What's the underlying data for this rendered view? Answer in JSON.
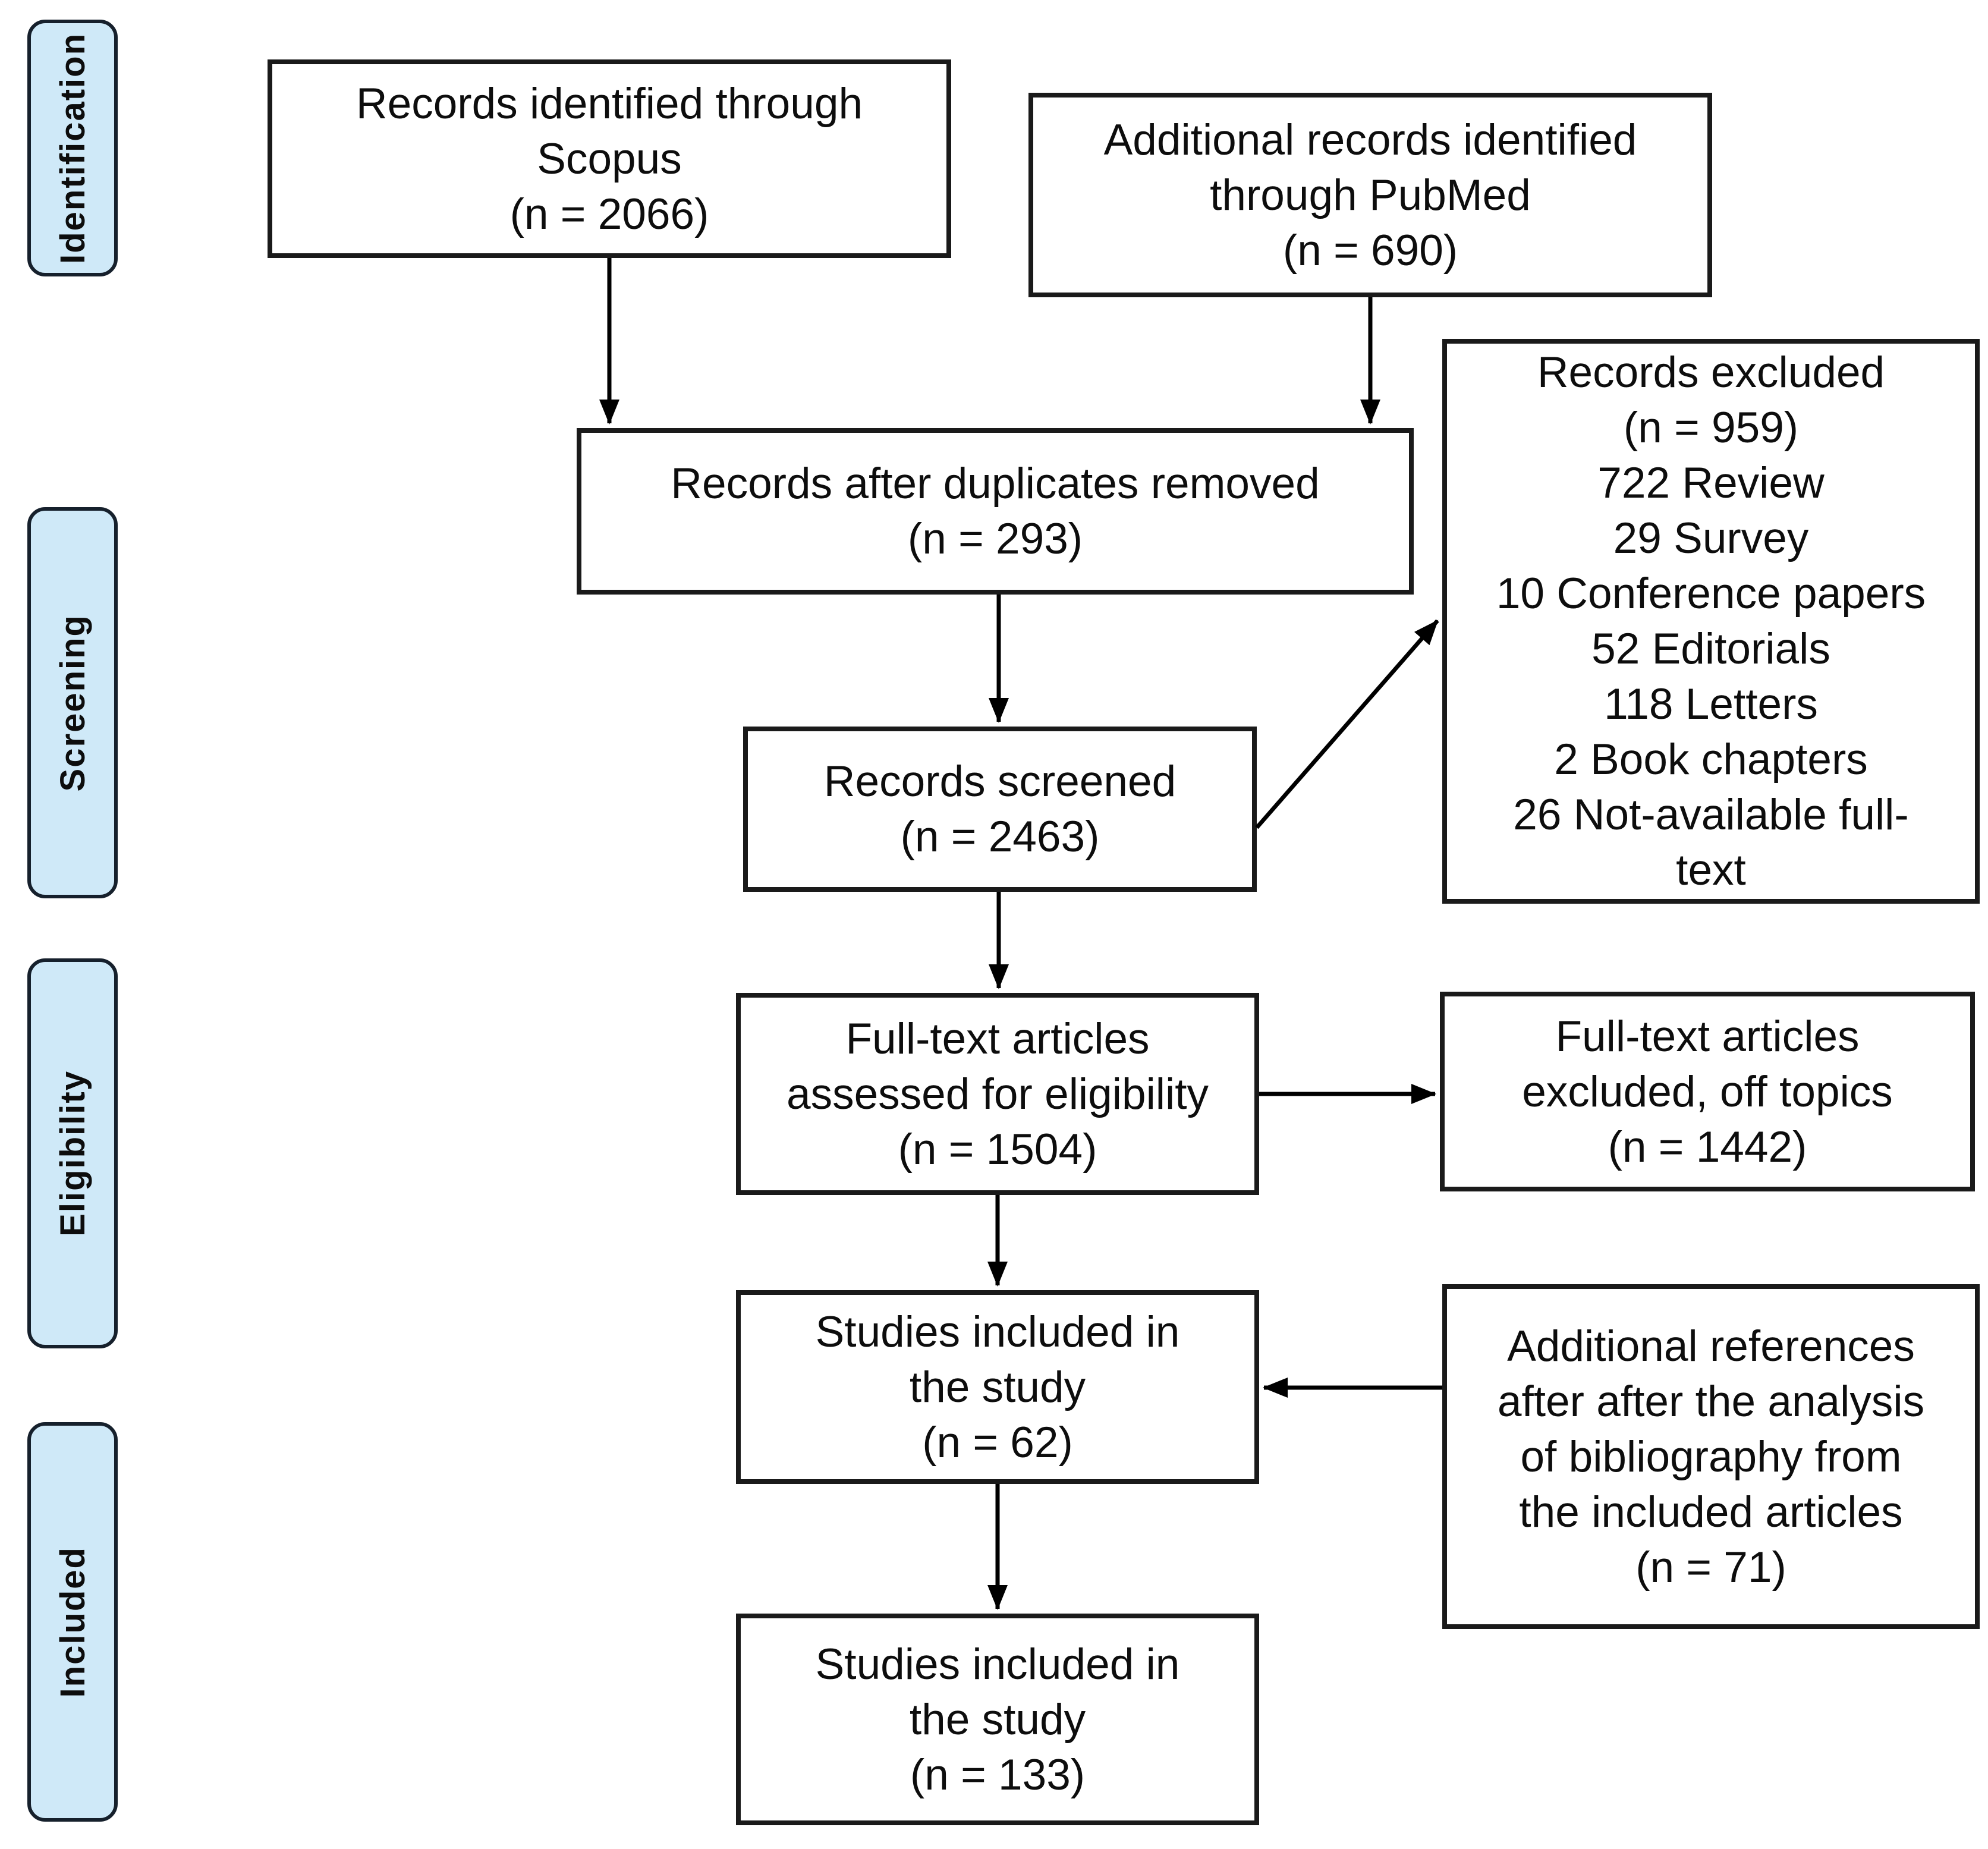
{
  "figure": {
    "type": "prisma-flow-diagram",
    "background": "#ffffff"
  },
  "colors": {
    "stage_fill": "#cfe9f8",
    "stage_border": "#16202c",
    "box_border": "#1a1a1a",
    "text": "#0d0d0d",
    "arrow": "#000000"
  },
  "stages": [
    {
      "label": "Identification"
    },
    {
      "label": "Screening"
    },
    {
      "label": "Eligibility"
    },
    {
      "label": "Included"
    }
  ],
  "nodes": {
    "scopus": {
      "lines": [
        "Records identified through",
        "Scopus",
        "(n = 2066)"
      ]
    },
    "pubmed": {
      "lines": [
        "Additional records identified",
        "through PubMed",
        "(n = 690)"
      ]
    },
    "duplicates": {
      "lines": [
        "Records after duplicates removed",
        "(n = 293)"
      ]
    },
    "screened": {
      "lines": [
        "Records screened",
        "(n = 2463)"
      ]
    },
    "excluded": {
      "lines": [
        "Records excluded",
        "(n = 959)",
        "722 Review",
        "29 Survey",
        "10 Conference papers",
        "52 Editorials",
        "118 Letters",
        "2 Book chapters",
        "26 Not-available full-",
        "text"
      ]
    },
    "fulltext": {
      "lines": [
        "Full-text articles",
        "assessed for eligibility",
        "(n = 1504)"
      ]
    },
    "ft_excluded": {
      "lines": [
        "Full-text articles",
        "excluded, off topics",
        "(n = 1442)"
      ]
    },
    "included62": {
      "lines": [
        "Studies included in",
        "the study",
        "(n = 62)"
      ]
    },
    "bibliography": {
      "lines": [
        "Additional references",
        "after after the analysis",
        "of bibliography from",
        "the included articles",
        "(n = 71)"
      ]
    },
    "included133": {
      "lines": [
        "Studies included in",
        "the study",
        "(n = 133)"
      ]
    }
  },
  "edges": [
    {
      "from": "scopus",
      "to": "duplicates"
    },
    {
      "from": "pubmed",
      "to": "duplicates"
    },
    {
      "from": "duplicates",
      "to": "screened"
    },
    {
      "from": "screened",
      "to": "excluded"
    },
    {
      "from": "screened",
      "to": "fulltext"
    },
    {
      "from": "fulltext",
      "to": "ft_excluded"
    },
    {
      "from": "fulltext",
      "to": "included62"
    },
    {
      "from": "bibliography",
      "to": "included62"
    },
    {
      "from": "included62",
      "to": "included133"
    }
  ]
}
